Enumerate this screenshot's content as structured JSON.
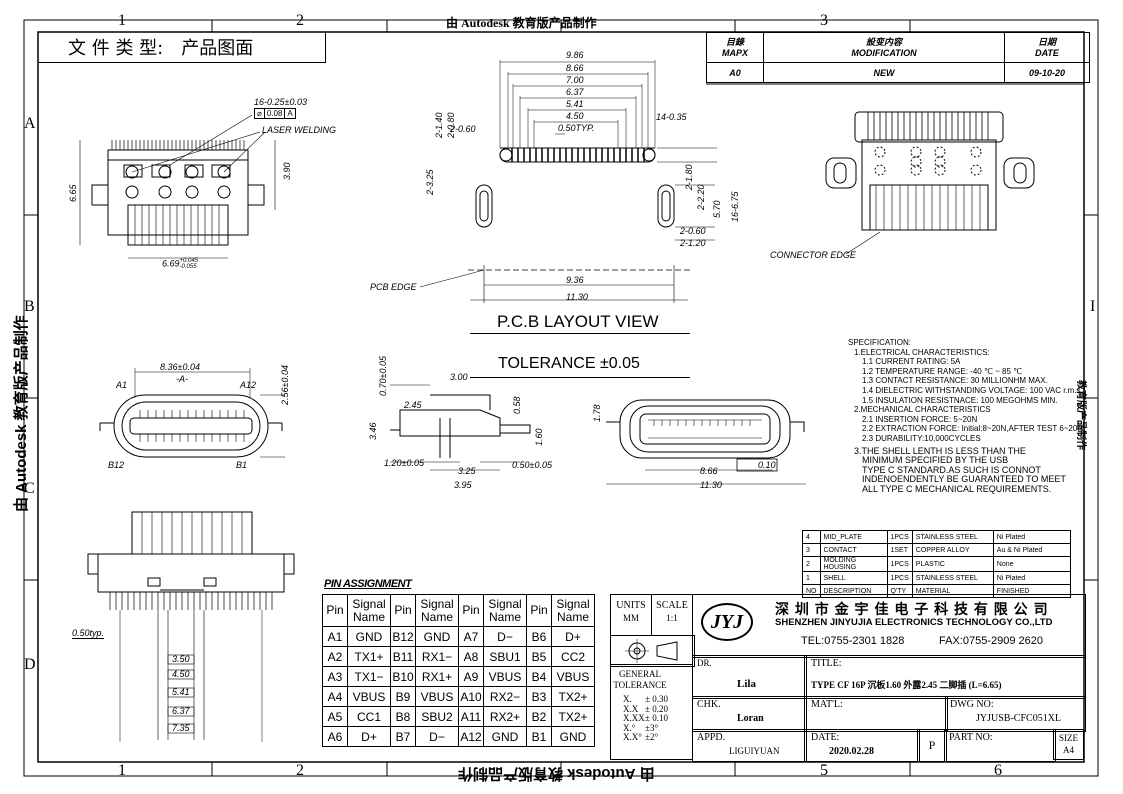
{
  "doc_type": {
    "label": "文 件 类 型:",
    "value": "产品图面"
  },
  "header_top_text": "由 Autodesk 教育版产品制作",
  "zones": {
    "top": [
      "1",
      "2",
      "3"
    ],
    "top_small": [
      "2"
    ],
    "bottom": [
      "1",
      "2",
      "5",
      "6"
    ],
    "left": [
      "A",
      "B",
      "C",
      "D"
    ],
    "right": [
      "I"
    ]
  },
  "watermark": {
    "left": "由 Autodesk 教育版产品制作",
    "bottom": "由 Autodesk 教育版产品制作",
    "right": "教育版产品制作"
  },
  "revision": {
    "headers": [
      {
        "cn": "目錄",
        "en": "MAPX"
      },
      {
        "cn": "設变内容",
        "en": "MODIFICATION"
      },
      {
        "cn": "日期",
        "en": "DATE"
      }
    ],
    "row": {
      "mapx": "A0",
      "modification": "NEW",
      "date": "09-10-20"
    }
  },
  "views": {
    "pcb_title": "P.C.B LAYOUT VIEW",
    "tolerance": "TOLERANCE ±0.05",
    "laser_welding": "LASER WELDING",
    "pcb_edge": "PCB EDGE",
    "connector_edge": "CONNECTOR EDGE",
    "pitch_label": "0.50typ."
  },
  "dims": {
    "top_left": [
      "16-0.25±0.03",
      "0.08",
      "A",
      "6.65",
      "3.90"
    ],
    "top_left_width": "6.69",
    "top_left_tol": [
      "+0.045",
      "-0.055"
    ],
    "pcb_widths": [
      "9.86",
      "8.66",
      "7.00",
      "6.37",
      "5.41",
      "4.50",
      "0.50TYP."
    ],
    "pcb_side": [
      "2-1.40",
      "2-0.80",
      "2-0.60",
      "14-0.35",
      "2-3.25",
      "2-1.80",
      "2-2.20",
      "5.70",
      "16-6.75",
      "2-0.60",
      "2-1.20"
    ],
    "pcb_bottom": [
      "9.36",
      "11.30"
    ],
    "front": [
      "8.36±0.04",
      "-A-",
      "2.56±0.04",
      "A1",
      "A12",
      "B12",
      "B1"
    ],
    "side": [
      "0.70±0.05",
      "3.00",
      "2.45",
      "0.58",
      "3.46",
      "1.60",
      "1.20±0.05",
      "3.25",
      "0.50±0.05",
      "3.95"
    ],
    "end": [
      "1.78",
      "8.66",
      "0.10",
      "11.30"
    ],
    "bottom_left": [
      "0.50typ.",
      "3.50",
      "4.50",
      "5.41",
      "6.37",
      "7.35"
    ]
  },
  "specification": {
    "title": "SPECIFICATION:",
    "lines": [
      "1.ELECTRICAL CHARACTERISTICS:",
      "1.1  CURRENT RATING: 5A",
      "1.2  TEMPERATURE RANGE: -40 ℃ ~ 85 ℃",
      "1.3  CONTACT RESISTANCE: 30 MILLIONHM MAX.",
      "1.4  DIELECTRIC WITHSTANDING VOLTAGE: 100 VAC r.m.s",
      "1.5  INSULATION RESISTNACE: 100 MEGOHMS MIN.",
      "2.MECHANICAL CHARACTERISTICS",
      "2.1  INSERTION FORCE: 5~20N",
      "2.2  EXTRACTION FORCE: Initial:8~20N,AFTER TEST 6~20N",
      "2.3  DURABILITY:10,000CYCLES"
    ],
    "note": [
      "3.THE  SHELL  LENTH  IS  LESS  THAN  THE",
      "MINIMUM          SPECIFIED  BY  THE  USB",
      "TYPE  C  STANDARD.AS  SUCH  IS  CONNOT",
      "INDENOENDENTLY  BE  GUARANTEED  TO  MEET",
      "ALL  TYPE  C     MECHANICAL  REQUIREMENTS."
    ]
  },
  "bom": {
    "rows": [
      [
        "4",
        "MID_PLATE",
        "1PCS",
        "STAINLESS STEEL",
        "Ni Plated"
      ],
      [
        "3",
        "CONTACT",
        "1SET",
        "COPPER ALLOY",
        "Au & Ni Plated"
      ],
      [
        "2",
        "MOLDING HOUSING",
        "1PCS",
        "PLASTIC",
        "None"
      ],
      [
        "1",
        "SHELL",
        "1PCS",
        "STAINLESS STEEL",
        "Ni Plated"
      ],
      [
        "NO",
        "DESCRIPTION",
        "Q'TY",
        "MATERIAL",
        "FINISHED"
      ]
    ]
  },
  "pin_assignment": {
    "title": "PIN ASSIGNMENT",
    "header": {
      "pin": "Pin",
      "signal": "Signal Name"
    },
    "rows": [
      [
        "A1",
        "GND",
        "B12",
        "GND",
        "A7",
        "D−",
        "B6",
        "D+"
      ],
      [
        "A2",
        "TX1+",
        "B11",
        "RX1−",
        "A8",
        "SBU1",
        "B5",
        "CC2"
      ],
      [
        "A3",
        "TX1−",
        "B10",
        "RX1+",
        "A9",
        "VBUS",
        "B4",
        "VBUS"
      ],
      [
        "A4",
        "VBUS",
        "B9",
        "VBUS",
        "A10",
        "RX2−",
        "B3",
        "TX2+"
      ],
      [
        "A5",
        "CC1",
        "B8",
        "SBU2",
        "A11",
        "RX2+",
        "B2",
        "TX2+"
      ],
      [
        "A6",
        "D+",
        "B7",
        "D−",
        "A12",
        "GND",
        "B1",
        "GND"
      ]
    ]
  },
  "title_block": {
    "units_label": "UNITS",
    "units_value": "MM",
    "scale_label": "SCALE",
    "scale_value": "1:1",
    "logo": "JYJ",
    "company_cn": "深 圳 市 金 宇 佳 电 子 科 技 有 限 公 司",
    "company_en": "SHENZHEN JINYUJIA ELECTRONICS TECHNOLOGY CO.,LTD",
    "tel": "TEL:0755-2301 1828",
    "fax": "FAX:0755-2909 2620",
    "general_tolerance": "GENERAL TOLERANCE",
    "tolerances": [
      {
        "k": "X.",
        "v": "± 0.30"
      },
      {
        "k": "X.X",
        "v": "± 0.20"
      },
      {
        "k": "X.XX",
        "v": "± 0.10"
      },
      {
        "k": "X.°",
        "v": "±3°"
      },
      {
        "k": "X.X°",
        "v": "±2°"
      }
    ],
    "dr_label": "DR.",
    "dr_value": "Lila",
    "chk_label": "CHK.",
    "chk_value": "Loran",
    "appd_label": "APPD.",
    "appd_value": "LIGUIYUAN",
    "title_label": "TITLE:",
    "title_value": "TYPE CF 16P 沉板1.60 外露2.45 二脚插 (L=6.65)",
    "matl_label": "MAT'L:",
    "dwg_label": "DWG NO:",
    "dwg_value": "JYJUSB-CFC051XL",
    "date_label": "DATE:",
    "date_value": "2020.02.28",
    "projection": "P",
    "part_label": "PART NO:",
    "size_label": "SIZE",
    "size_value": "A4"
  }
}
